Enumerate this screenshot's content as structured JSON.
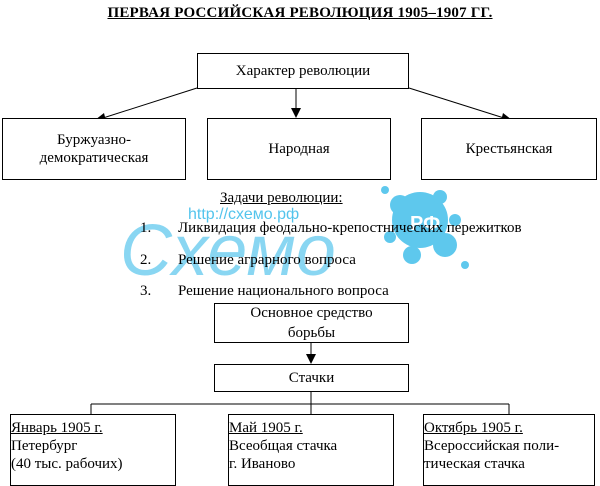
{
  "title": "ПЕРВАЯ РОССИЙСКАЯ РЕВОЛЮЦИЯ 1905–1907 ГГ.",
  "character": "Характер революции",
  "types": [
    {
      "line1": "Буржуазно-",
      "line2": "демократическая"
    },
    {
      "line1": "Народная",
      "line2": ""
    },
    {
      "line1": "Крестьянская",
      "line2": ""
    }
  ],
  "tasks_title": "Задачи революции:",
  "tasks": [
    {
      "num": "1.",
      "text": "Ликвидация феодально-крепостнических пережитков"
    },
    {
      "num": "2.",
      "text": "Решение аграрного вопроса"
    },
    {
      "num": "3.",
      "text": "Решение национального вопроса"
    }
  ],
  "means": {
    "line1": "Основное средство",
    "line2": "борьбы"
  },
  "strikes": "Стачки",
  "events": [
    {
      "date": "Январь 1905 г.",
      "line1": "Петербург",
      "line2": "(40 тыс. рабочих)"
    },
    {
      "date": "Май 1905 г.",
      "line1": "Всеобщая стачка",
      "line2": "г. Иваново"
    },
    {
      "date": "Октябрь 1905 г.",
      "line1": "Всероссийская поли-",
      "line2": "тическая стачка"
    }
  ],
  "watermark": {
    "url": "http://схемо.рф",
    "word": "Схемо",
    "badge": "РФ",
    "color": "#29b6e8"
  }
}
